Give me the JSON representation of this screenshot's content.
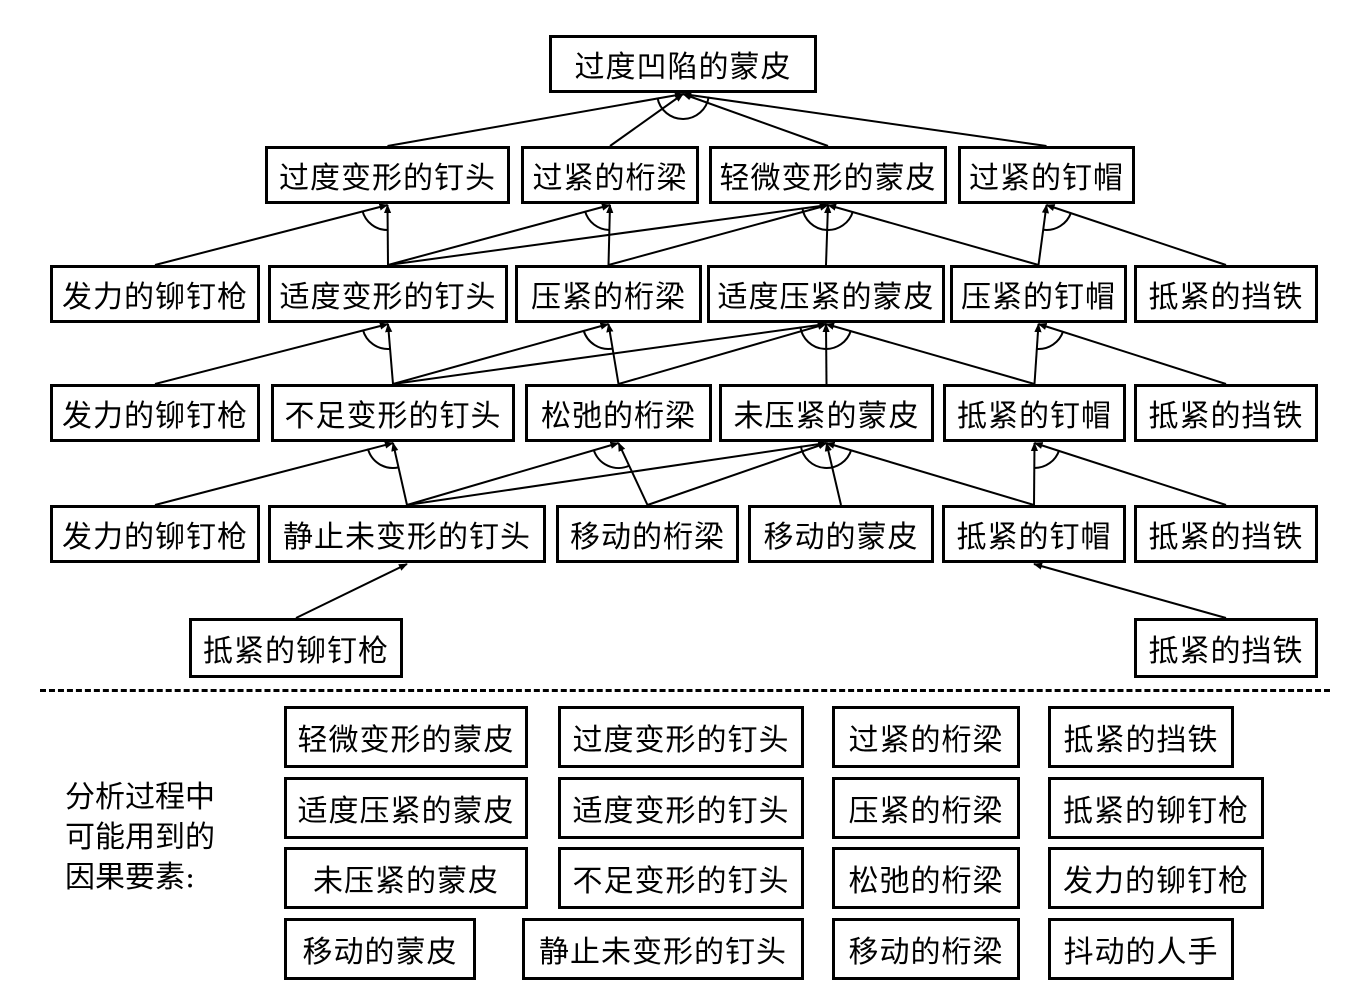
{
  "diagram": {
    "nodes": [
      {
        "id": "n0",
        "label": "过度凹陷的蒙皮"
      },
      {
        "id": "n1a",
        "label": "过度变形的钉头"
      },
      {
        "id": "n1b",
        "label": "过紧的桁梁"
      },
      {
        "id": "n1c",
        "label": "轻微变形的蒙皮"
      },
      {
        "id": "n1d",
        "label": "过紧的钉帽"
      },
      {
        "id": "n2a",
        "label": "发力的铆钉枪"
      },
      {
        "id": "n2b",
        "label": "适度变形的钉头"
      },
      {
        "id": "n2c",
        "label": "压紧的桁梁"
      },
      {
        "id": "n2d",
        "label": "适度压紧的蒙皮"
      },
      {
        "id": "n2e",
        "label": "压紧的钉帽"
      },
      {
        "id": "n2f",
        "label": "抵紧的挡铁"
      },
      {
        "id": "n3a",
        "label": "发力的铆钉枪"
      },
      {
        "id": "n3b",
        "label": "不足变形的钉头"
      },
      {
        "id": "n3c",
        "label": "松弛的桁梁"
      },
      {
        "id": "n3d",
        "label": "未压紧的蒙皮"
      },
      {
        "id": "n3e",
        "label": "抵紧的钉帽"
      },
      {
        "id": "n3f",
        "label": "抵紧的挡铁"
      },
      {
        "id": "n4a",
        "label": "发力的铆钉枪"
      },
      {
        "id": "n4b",
        "label": "静止未变形的钉头"
      },
      {
        "id": "n4c",
        "label": "移动的桁梁"
      },
      {
        "id": "n4d",
        "label": "移动的蒙皮"
      },
      {
        "id": "n4e",
        "label": "抵紧的钉帽"
      },
      {
        "id": "n4f",
        "label": "抵紧的挡铁"
      },
      {
        "id": "n5a",
        "label": "抵紧的铆钉枪"
      },
      {
        "id": "n5b",
        "label": "抵紧的挡铁"
      }
    ],
    "edges": [
      {
        "from": "n1a",
        "to": "n0"
      },
      {
        "from": "n1b",
        "to": "n0"
      },
      {
        "from": "n1c",
        "to": "n0"
      },
      {
        "from": "n1d",
        "to": "n0"
      },
      {
        "from": "n2a",
        "to": "n1a"
      },
      {
        "from": "n2b",
        "to": "n1a"
      },
      {
        "from": "n2b",
        "to": "n1b"
      },
      {
        "from": "n2c",
        "to": "n1b"
      },
      {
        "from": "n2b",
        "to": "n1c"
      },
      {
        "from": "n2c",
        "to": "n1c"
      },
      {
        "from": "n2d",
        "to": "n1c"
      },
      {
        "from": "n2e",
        "to": "n1c"
      },
      {
        "from": "n2e",
        "to": "n1d"
      },
      {
        "from": "n2f",
        "to": "n1d"
      },
      {
        "from": "n3a",
        "to": "n2b"
      },
      {
        "from": "n3b",
        "to": "n2b"
      },
      {
        "from": "n3b",
        "to": "n2c"
      },
      {
        "from": "n3c",
        "to": "n2c"
      },
      {
        "from": "n3b",
        "to": "n2d"
      },
      {
        "from": "n3c",
        "to": "n2d"
      },
      {
        "from": "n3d",
        "to": "n2d"
      },
      {
        "from": "n3e",
        "to": "n2d"
      },
      {
        "from": "n3e",
        "to": "n2e"
      },
      {
        "from": "n3f",
        "to": "n2e"
      },
      {
        "from": "n4a",
        "to": "n3b"
      },
      {
        "from": "n4b",
        "to": "n3b"
      },
      {
        "from": "n4b",
        "to": "n3c"
      },
      {
        "from": "n4c",
        "to": "n3c"
      },
      {
        "from": "n4b",
        "to": "n3d"
      },
      {
        "from": "n4c",
        "to": "n3d"
      },
      {
        "from": "n4d",
        "to": "n3d"
      },
      {
        "from": "n4e",
        "to": "n3d"
      },
      {
        "from": "n4e",
        "to": "n3e"
      },
      {
        "from": "n4f",
        "to": "n3e"
      },
      {
        "from": "n5a",
        "to": "n4b"
      },
      {
        "from": "n5b",
        "to": "n4e"
      }
    ]
  },
  "legend": {
    "title_lines": [
      "分析过程中",
      "可能用到的",
      "因果要素:"
    ],
    "items": [
      "轻微变形的蒙皮",
      "过度变形的钉头",
      "过紧的桁梁",
      "抵紧的挡铁",
      "适度压紧的蒙皮",
      "适度变形的钉头",
      "压紧的桁梁",
      "抵紧的铆钉枪",
      "未压紧的蒙皮",
      "不足变形的钉头",
      "松弛的桁梁",
      "发力的铆钉枪",
      "移动的蒙皮",
      "静止未变形的钉头",
      "移动的桁梁",
      "抖动的人手"
    ]
  }
}
